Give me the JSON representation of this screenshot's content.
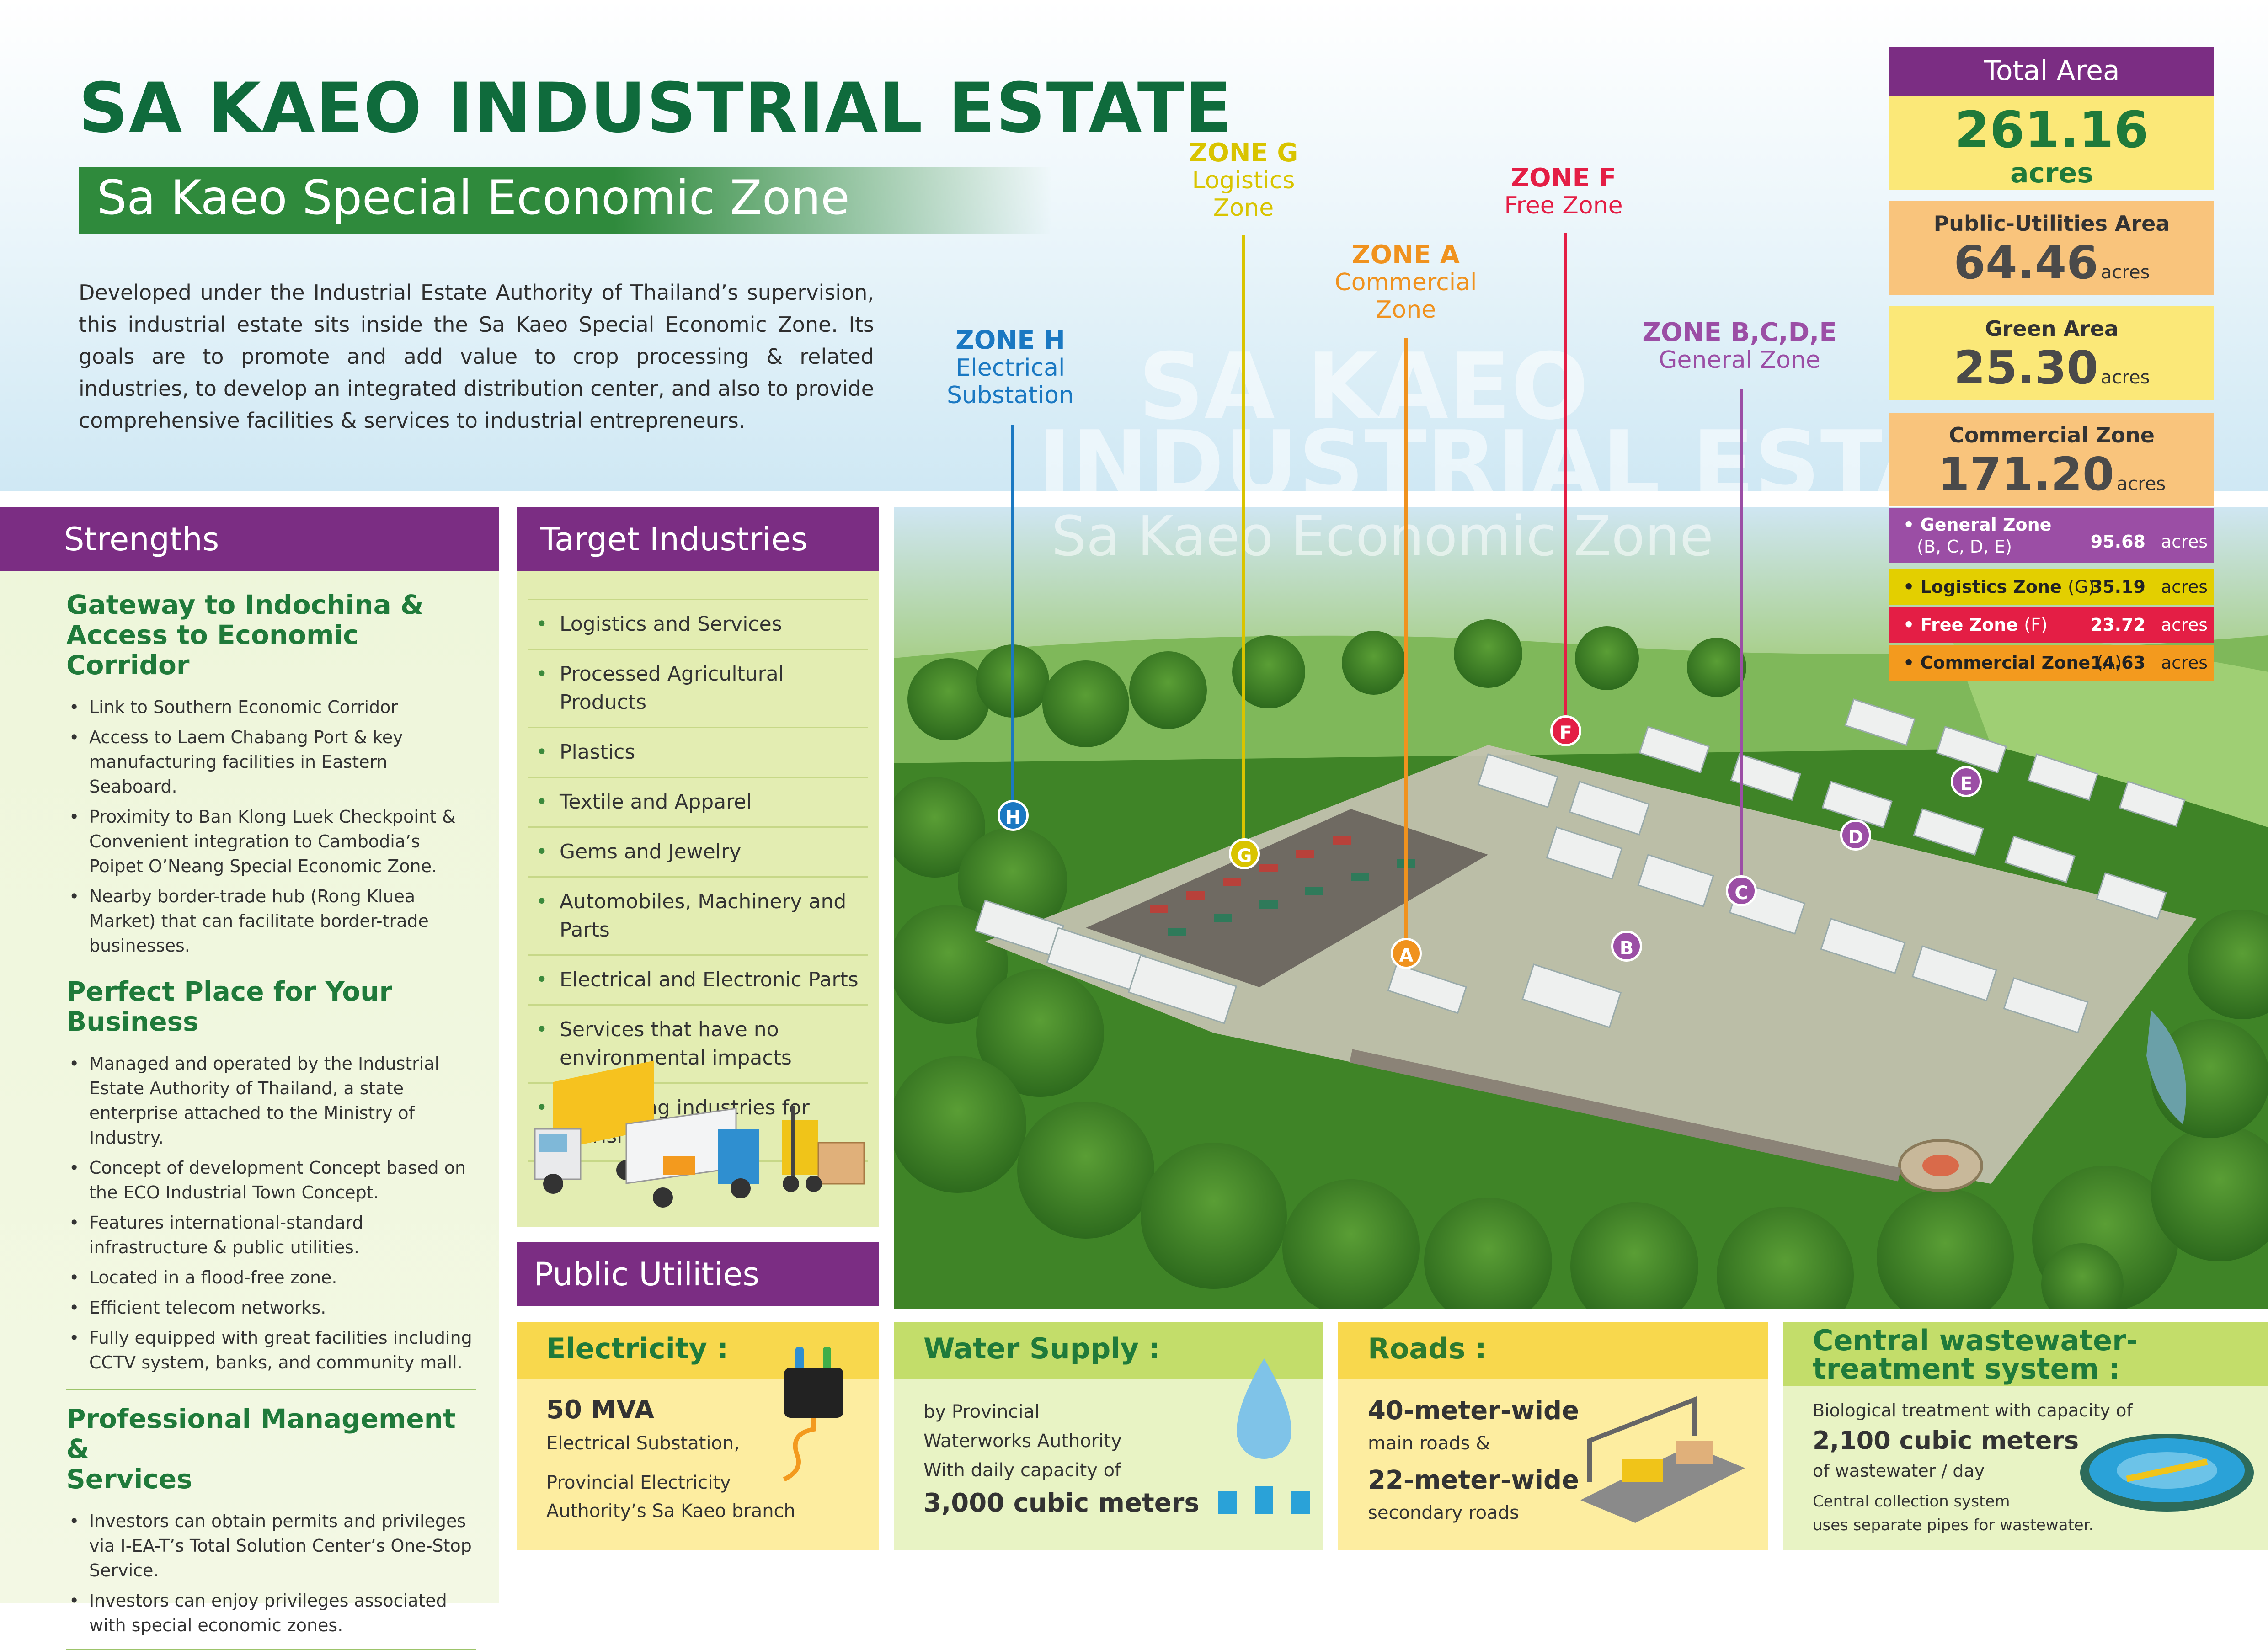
{
  "header": {
    "title": "SA KAEO INDUSTRIAL ESTATE",
    "subtitle": "Sa Kaeo Special Economic Zone",
    "intro": "Developed under the Industrial Estate Authority of Thailand’s supervision, this industrial estate sits inside the Sa Kaeo Special Economic Zone. Its goals are to promote and add value to crop processing & related industries, to develop an integrated distribution center, and also to provide comprehensive facilities & services to industrial entrepreneurs."
  },
  "watermark": {
    "line1": "SA KAEO",
    "line2": "INDUSTRIAL ESTATE",
    "line3": "Sa Kaeo Economic Zone"
  },
  "zones": {
    "h": {
      "title": "ZONE H",
      "line1": "Electrical",
      "line2": "Substation",
      "marker": "H",
      "color": "#1a78c2"
    },
    "g": {
      "title": "ZONE G",
      "line1": "Logistics",
      "line2": "Zone",
      "marker": "G",
      "color": "#d9c400"
    },
    "a": {
      "title": "ZONE A",
      "line1": "Commercial",
      "line2": "Zone",
      "marker": "A",
      "color": "#f0921e"
    },
    "f": {
      "title": "ZONE F",
      "line1": "Free Zone",
      "marker": "F",
      "color": "#e41e45"
    },
    "bcde": {
      "title": "ZONE B,C,D,E",
      "line1": "General Zone",
      "markers": [
        "B",
        "C",
        "D",
        "E"
      ],
      "color": "#9b4ea5"
    }
  },
  "stats": {
    "total": {
      "label": "Total Area",
      "value": "261.16",
      "unit": "acres"
    },
    "public_utilities": {
      "label": "Public-Utilities Area",
      "value": "64.46",
      "unit": "acres"
    },
    "green": {
      "label": "Green Area",
      "value": "25.30",
      "unit": "acres"
    },
    "commercial": {
      "label": "Commercial Zone",
      "value": "171.20",
      "unit": "acres"
    },
    "breakdown": [
      {
        "label": "General Zone",
        "sublabel": "(B, C, D, E)",
        "value": "95.68",
        "unit": "acres",
        "color": "#9b4ea5"
      },
      {
        "label": "Logistics Zone",
        "code": "(G)",
        "value": "35.19",
        "unit": "acres",
        "color": "#e3cf00"
      },
      {
        "label": "Free Zone",
        "code": "(F)",
        "value": "23.72",
        "unit": "acres",
        "color": "#e41e45"
      },
      {
        "label": "Commercial Zone",
        "code": "(A)",
        "value": "14.63",
        "unit": "acres",
        "color": "#f39a1e"
      }
    ]
  },
  "strengths": {
    "heading": "Strengths",
    "sections": [
      {
        "title1": "Gateway to Indochina &",
        "title2": "Access to Economic Corridor",
        "items": [
          "Link to Southern Economic Corridor",
          "Access to Laem Chabang Port & key manufacturing facilities in Eastern Seaboard.",
          "Proximity to Ban Klong Luek Checkpoint & Convenient integration to Cambodia’s Poipet O’Neang Special Economic Zone.",
          "Nearby border-trade hub (Rong Kluea Market) that can facilitate border-trade businesses."
        ]
      },
      {
        "title1": "Perfect Place for Your Business",
        "items": [
          "Managed and operated by the Industrial Estate Authority of Thailand, a state enterprise attached to the Ministry of Industry.",
          "Concept of development Concept based on the ECO Industrial Town Concept.",
          "Features international-standard infrastructure & public utilities.",
          "Located in a flood-free zone.",
          "Efficient telecom networks.",
          "Fully equipped with great facilities including CCTV system, banks, and community mall."
        ]
      },
      {
        "title1": "Professional Management &",
        "title2": "Services",
        "items": [
          "Investors can obtain permits and privileges via I-EA-T’s Total Solution Center’s One-Stop Service.",
          "Investors can enjoy privileges associated with special economic zones."
        ]
      }
    ]
  },
  "target_industries": {
    "heading": "Target Industries",
    "items": [
      "Logistics and Services",
      "Processed Agricultural Products",
      "Plastics",
      "Textile and Apparel",
      "Gems and Jewelry",
      "Automobiles, Machinery and Parts",
      "Electrical and Electronic Parts",
      "Services that have no environmental impacts",
      "Supporting industries for tourism"
    ]
  },
  "public_utilities": {
    "heading": "Public Utilities",
    "electricity": {
      "title": "Electricity :",
      "value": "50 MVA",
      "line1": "Electrical Substation,",
      "line2": "Provincial Electricity",
      "line3": "Authority’s Sa Kaeo branch"
    },
    "water": {
      "title": "Water Supply :",
      "line1": "by Provincial",
      "line2": "Waterworks Authority",
      "line3": "With daily capacity of",
      "value": "3,000 cubic meters"
    },
    "roads": {
      "title": "Roads :",
      "value1": "40-meter-wide",
      "line1": "main roads &",
      "value2": "22-meter-wide",
      "line2": "secondary roads"
    },
    "wastewater": {
      "title1": "Central wastewater-",
      "title2": "treatment system :",
      "line1": "Biological treatment with capacity of",
      "value": "2,100 cubic meters",
      "line2": "of wastewater / day",
      "line3": "Central collection system",
      "line4": "uses separate pipes for wastewater."
    }
  }
}
